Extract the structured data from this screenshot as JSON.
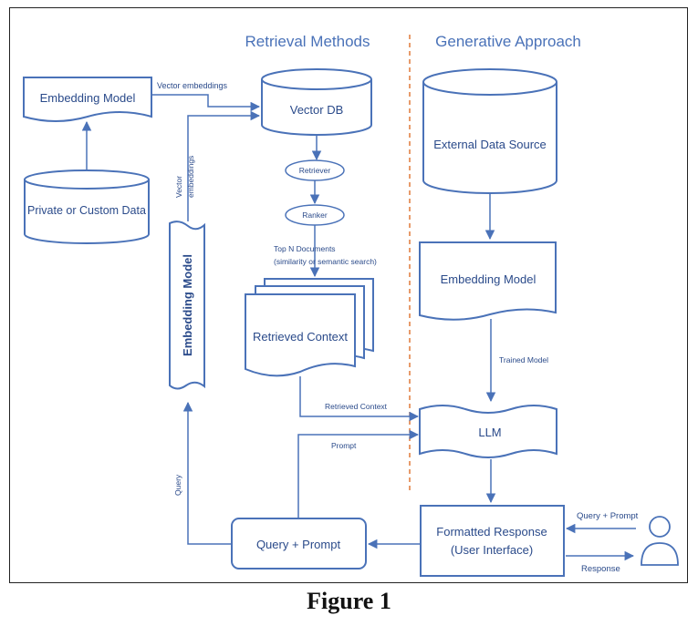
{
  "colors": {
    "stroke": "#4a72b8",
    "text": "#2a4a8a",
    "heading": "#4a72b8",
    "divider": "#e07a3a"
  },
  "headings": {
    "retrieval": "Retrieval Methods",
    "generative": "Generative Approach"
  },
  "nodes": {
    "embedding_model_left": "Embedding Model",
    "private_data": "Private or Custom Data",
    "vector_db": "Vector DB",
    "retriever": "Retriever",
    "ranker": "Ranker",
    "retrieved_context": "Retrieved Context",
    "embedding_model_vertical": "Embedding Model",
    "external_source": "External Data Source",
    "embedding_model_right": "Embedding Model",
    "llm": "LLM",
    "query_prompt_box": "Query + Prompt",
    "formatted_response_line1": "Formatted Response",
    "formatted_response_line2": "(User Interface)"
  },
  "edge_labels": {
    "vector_embeddings_top": "Vector embeddings",
    "vector_embeddings_vertical_1": "Vector",
    "vector_embeddings_vertical_2": "embeddings",
    "top_n_1": "Top N Documents",
    "top_n_2": "(similarity or semantic search)",
    "retrieved_context": "Retrieved Context",
    "prompt": "Prompt",
    "trained_model": "Trained Model",
    "query": "Query",
    "query_prompt_user": "Query + Prompt",
    "response": "Response"
  },
  "caption": "Figure 1"
}
